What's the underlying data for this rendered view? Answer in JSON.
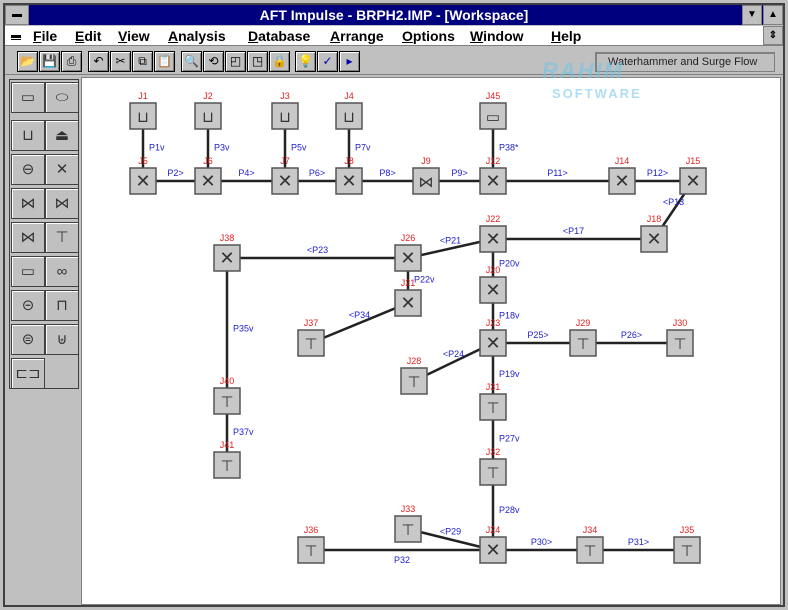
{
  "window": {
    "title": "AFT Impulse - BRPH2.IMP - [Workspace]"
  },
  "menu": [
    "File",
    "Edit",
    "View",
    "Analysis",
    "Database",
    "Arrange",
    "Options",
    "Window",
    "Help"
  ],
  "toolbar": {
    "buttons": [
      "open-icon",
      "save-icon",
      "print-icon",
      "undo-icon",
      "cut-icon",
      "copy-icon",
      "paste-icon",
      "zoom-icon",
      "rotate-icon",
      "flip-left-icon",
      "flip-right-icon",
      "lock-icon",
      "lightbulb-icon",
      "check-icon",
      "arrow-right-icon"
    ],
    "mode": "Waterhammer and Surge Flow"
  },
  "palette": [
    "annotation",
    "pipe",
    "reservoir",
    "tank",
    "pressure-tank",
    "branch",
    "valve",
    "check-valve",
    "relief-valve",
    "spray",
    "dead-end",
    "assigned-flow",
    "pump",
    "area-change",
    "surge-tank",
    "liquid-accumulator",
    "orifice"
  ],
  "watermark": {
    "line1": "RAHIM",
    "line2": "SOFTWARE"
  },
  "colors": {
    "junction_label": "#e02020",
    "pipe_label": "#2020d0",
    "titlebar": "#00007e"
  },
  "network": {
    "junctions": [
      {
        "id": "J1",
        "type": "reservoir"
      },
      {
        "id": "J2",
        "type": "reservoir"
      },
      {
        "id": "J3",
        "type": "reservoir"
      },
      {
        "id": "J4",
        "type": "reservoir"
      },
      {
        "id": "J45",
        "type": "tank"
      },
      {
        "id": "J5",
        "type": "branch"
      },
      {
        "id": "J6",
        "type": "branch"
      },
      {
        "id": "J7",
        "type": "branch"
      },
      {
        "id": "J8",
        "type": "branch"
      },
      {
        "id": "J9",
        "type": "valve"
      },
      {
        "id": "J12",
        "type": "branch"
      },
      {
        "id": "J14",
        "type": "branch"
      },
      {
        "id": "J15",
        "type": "branch"
      },
      {
        "id": "J18",
        "type": "branch"
      },
      {
        "id": "J22",
        "type": "branch"
      },
      {
        "id": "J26",
        "type": "branch"
      },
      {
        "id": "J38",
        "type": "branch"
      },
      {
        "id": "J21",
        "type": "branch"
      },
      {
        "id": "J20",
        "type": "branch"
      },
      {
        "id": "J37",
        "type": "spray"
      },
      {
        "id": "J23",
        "type": "branch"
      },
      {
        "id": "J29",
        "type": "spray"
      },
      {
        "id": "J30",
        "type": "spray"
      },
      {
        "id": "J28",
        "type": "spray"
      },
      {
        "id": "J31",
        "type": "spray"
      },
      {
        "id": "J32",
        "type": "spray"
      },
      {
        "id": "J40",
        "type": "spray"
      },
      {
        "id": "J41",
        "type": "spray"
      },
      {
        "id": "J33",
        "type": "spray"
      },
      {
        "id": "J36",
        "type": "spray"
      },
      {
        "id": "J24",
        "type": "branch"
      },
      {
        "id": "J34",
        "type": "spray"
      },
      {
        "id": "J35",
        "type": "spray"
      }
    ],
    "pipes": [
      {
        "label": "P1v",
        "from": "J1",
        "to": "J5"
      },
      {
        "label": "P3v",
        "from": "J2",
        "to": "J6"
      },
      {
        "label": "P5v",
        "from": "J3",
        "to": "J7"
      },
      {
        "label": "P7v",
        "from": "J4",
        "to": "J8"
      },
      {
        "label": "P2>",
        "from": "J5",
        "to": "J6"
      },
      {
        "label": "P4>",
        "from": "J6",
        "to": "J7"
      },
      {
        "label": "P6>",
        "from": "J7",
        "to": "J8"
      },
      {
        "label": "P8>",
        "from": "J8",
        "to": "J9"
      },
      {
        "label": "P9>",
        "from": "J9",
        "to": "J12"
      },
      {
        "label": "P38*",
        "from": "J45",
        "to": "J12"
      },
      {
        "label": "P11>",
        "from": "J12",
        "to": "J14"
      },
      {
        "label": "P12>",
        "from": "J14",
        "to": "J15"
      },
      {
        "label": "<P13",
        "from": "J15",
        "to": "J18"
      },
      {
        "label": "<P17",
        "from": "J18",
        "to": "J22"
      },
      {
        "label": "<P21",
        "from": "J22",
        "to": "J26"
      },
      {
        "label": "<P23",
        "from": "J26",
        "to": "J38"
      },
      {
        "label": "P22v",
        "from": "J26",
        "to": "J21"
      },
      {
        "label": "<P34",
        "from": "J21",
        "to": "J37"
      },
      {
        "label": "P20v",
        "from": "J22",
        "to": "J20"
      },
      {
        "label": "P18v",
        "from": "J20",
        "to": "J23"
      },
      {
        "label": "P25>",
        "from": "J23",
        "to": "J29"
      },
      {
        "label": "P26>",
        "from": "J29",
        "to": "J30"
      },
      {
        "label": "<P24",
        "from": "J23",
        "to": "J28"
      },
      {
        "label": "P19v",
        "from": "J23",
        "to": "J31"
      },
      {
        "label": "P27v",
        "from": "J31",
        "to": "J32"
      },
      {
        "label": "P28v",
        "from": "J32",
        "to": "J24"
      },
      {
        "label": "<P29",
        "from": "J33",
        "to": "J24"
      },
      {
        "label": "P32",
        "from": "J36",
        "to": "J24"
      },
      {
        "label": "P30>",
        "from": "J24",
        "to": "J34"
      },
      {
        "label": "P31>",
        "from": "J34",
        "to": "J35"
      },
      {
        "label": "P35v",
        "from": "J38",
        "to": "J40"
      },
      {
        "label": "P37v",
        "from": "J40",
        "to": "J41"
      }
    ]
  }
}
